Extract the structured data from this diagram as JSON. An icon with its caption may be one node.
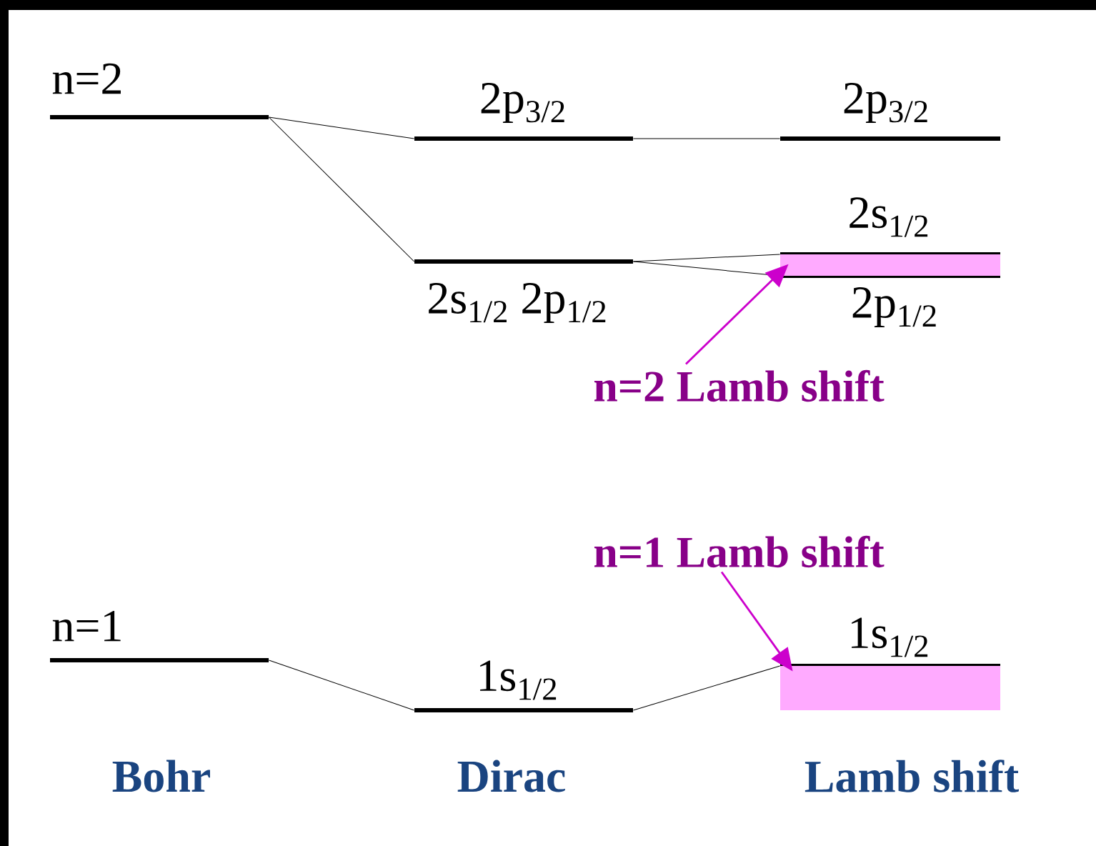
{
  "diagram": {
    "nodes": [
      {
        "text": [
          "n=2"
        ]
      },
      {
        "text": [
          "2p$_{3/2}$"
        ]
      },
      {
        "text": [
          "2s$_{1/2}$ 2p$_{1/2}$"
        ]
      },
      {
        "text": [
          "2p$_{3/2}$"
        ]
      },
      {
        "text": [
          "2s$_{1/2}$"
        ]
      },
      {
        "text": [
          "2p$_{1/2}$"
        ]
      },
      {
        "text": [],
        "shape": "bar"
      },
      {
        "text": [
          "n=2 Lamb shift"
        ]
      },
      {
        "text": [
          "n=1 Lamb shift"
        ]
      },
      {
        "text": [
          "n=1"
        ]
      },
      {
        "text": [
          "1s$_{1/2}$"
        ]
      },
      {
        "text": [
          "1s$_{1/2}$"
        ]
      },
      {
        "text": [],
        "shape": "bar"
      }
    ],
    "edges": [
      {
        "from": 0,
        "to": 1,
        "arrow": "none"
      },
      {
        "from": 0,
        "to": 2,
        "arrow": "none"
      },
      {
        "from": 1,
        "to": 3,
        "arrow": "none"
      },
      {
        "from": 2,
        "to": 4,
        "arrow": "none"
      },
      {
        "from": 2,
        "to": 5,
        "arrow": "none"
      },
      {
        "from": 7,
        "to": 6,
        "arrow": "to",
        "color": "#cc00cc"
      },
      {
        "from": 8,
        "to": 12,
        "arrow": "to",
        "color": "#cc00cc"
      },
      {
        "from": 9,
        "to": 10,
        "arrow": "none"
      },
      {
        "from": 10,
        "to": 11,
        "arrow": "none"
      }
    ],
    "labels": [
      "Bohr",
      "Dirac",
      "Lamb shift"
    ]
  }
}
